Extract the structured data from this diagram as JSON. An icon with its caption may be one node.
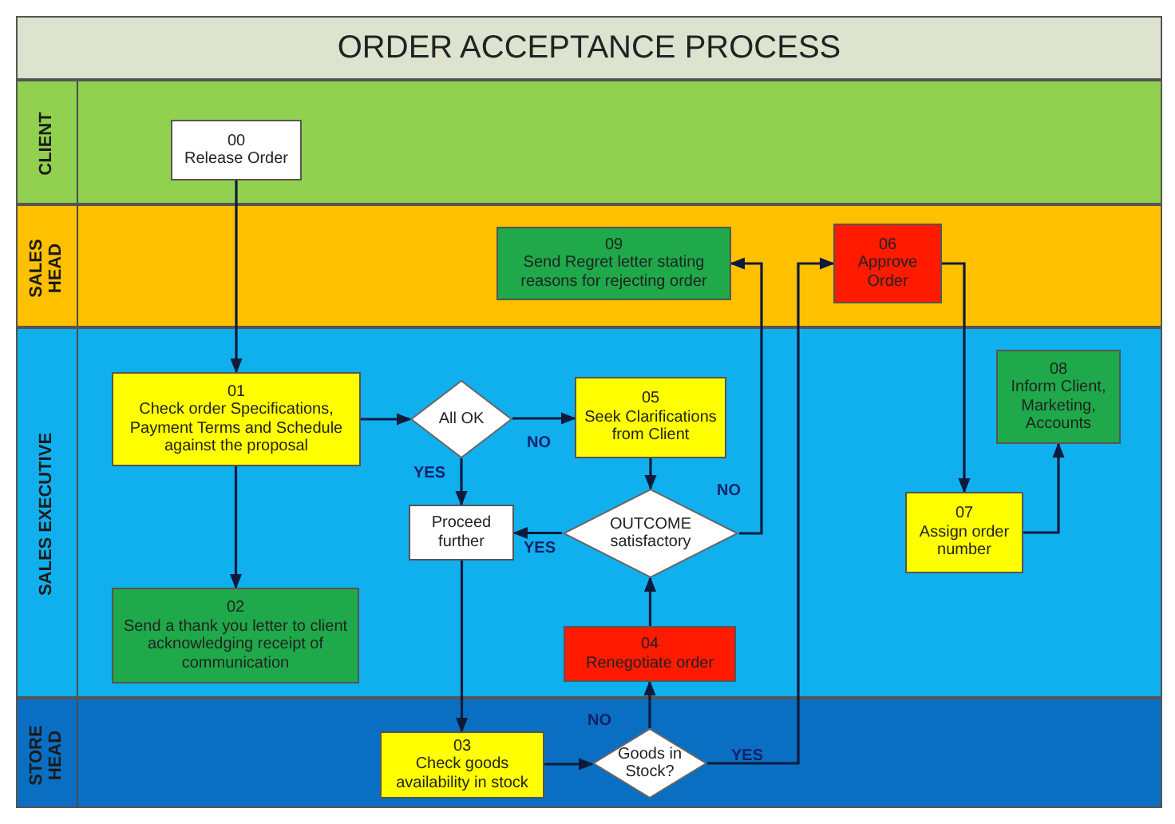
{
  "diagram": {
    "title": "ORDER ACCEPTANCE PROCESS",
    "nodes": [
      {
        "text": [
          "CLIENT"
        ]
      },
      {
        "text": [
          "00",
          "Release Order"
        ],
        "in": 0
      },
      {
        "text": [
          "SALES HEAD"
        ]
      },
      {
        "text": [
          "09",
          "Send Regret letter stating reasons for rejecting order"
        ],
        "in": 2
      },
      {
        "text": [
          "06",
          "Approve Order"
        ],
        "in": 2
      },
      {
        "text": [
          "SALES EXECUTIVE"
        ]
      },
      {
        "text": [
          "01",
          "Check order Specifications, Payment Terms and Schedule against the proposal"
        ],
        "in": 5
      },
      {
        "text": [
          "All OK"
        ],
        "in": 5
      },
      {
        "text": [
          "05",
          "Seek Clarifications from Client"
        ],
        "in": 5
      },
      {
        "text": [
          "Proceed further"
        ],
        "in": 5
      },
      {
        "text": [
          "OUTCOME satisfactory"
        ],
        "in": 5
      },
      {
        "text": [
          "02",
          "Send a thank you letter to client acknowledging receipt of communication"
        ],
        "in": 5
      },
      {
        "text": [
          "04",
          "Renegotiate order"
        ],
        "in": 5
      },
      {
        "text": [
          "07",
          "Assign order number"
        ],
        "in": 5
      },
      {
        "text": [
          "08",
          "Inform Client, Marketing, Accounts"
        ],
        "in": 5
      },
      {
        "text": [
          "STORE HEAD"
        ]
      },
      {
        "text": [
          "03",
          "Check goods availability in stock"
        ],
        "in": 15
      },
      {
        "text": [
          "Goods in Stock?"
        ],
        "in": 15
      }
    ],
    "edges": [
      {
        "from": 1,
        "to": 6,
        "arrow": "to"
      },
      {
        "from": 6,
        "to": 7,
        "arrow": "to"
      },
      {
        "from": 7,
        "to": 8,
        "arrow": "to",
        "label": "NO"
      },
      {
        "from": 7,
        "to": 9,
        "arrow": "to",
        "label": "YES"
      },
      {
        "from": 8,
        "to": 10,
        "arrow": "to"
      },
      {
        "from": 10,
        "to": 9,
        "arrow": "to",
        "label": "YES"
      },
      {
        "from": 10,
        "to": 3,
        "arrow": "to",
        "label": "NO"
      },
      {
        "from": 6,
        "to": 11,
        "arrow": "to"
      },
      {
        "from": 9,
        "to": 16,
        "arrow": "to"
      },
      {
        "from": 16,
        "to": 17,
        "arrow": "to"
      },
      {
        "from": 17,
        "to": 12,
        "arrow": "to",
        "label": "NO"
      },
      {
        "from": 12,
        "to": 10,
        "arrow": "to"
      },
      {
        "from": 17,
        "to": 4,
        "arrow": "to",
        "label": "YES"
      },
      {
        "from": 4,
        "to": 13,
        "arrow": "to"
      },
      {
        "from": 13,
        "to": 14,
        "arrow": "to"
      }
    ]
  }
}
